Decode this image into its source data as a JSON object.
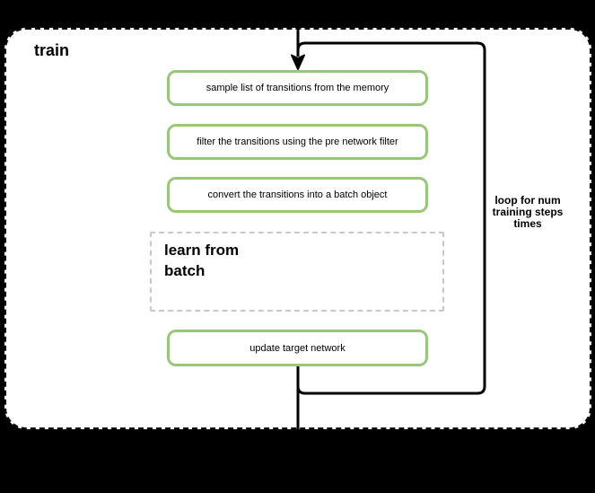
{
  "diagram": {
    "title": "train",
    "steps": [
      {
        "label": "sample list of transitions from the memory"
      },
      {
        "label": "filter the transitions using the pre network filter"
      },
      {
        "label": "convert the transitions into a batch object"
      }
    ],
    "subprocess": {
      "label": "learn from batch"
    },
    "final_step": {
      "label": "update target network"
    },
    "loop": {
      "label": "loop for num training steps times"
    },
    "colors": {
      "background": "#000000",
      "container_fill": "#ffffff",
      "container_border": "#0a0a0a",
      "step_border": "#96c878",
      "subprocess_border": "#c8c8c8",
      "flow_line": "#000000"
    }
  }
}
